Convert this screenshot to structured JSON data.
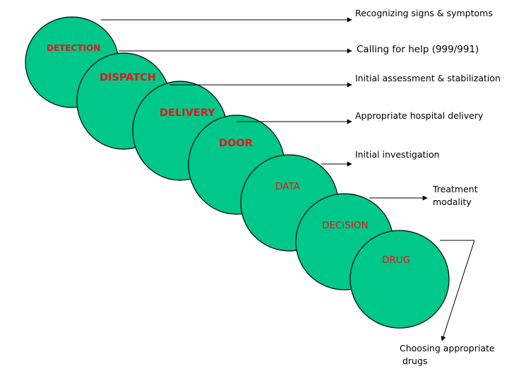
{
  "stages": [
    {
      "id": "detection",
      "name": "DETECTION"
    },
    {
      "id": "dispatch",
      "name": "DISPATCH"
    },
    {
      "id": "delivery",
      "name": "DELIVERY"
    },
    {
      "id": "door",
      "name": "DOOR"
    },
    {
      "id": "data",
      "name": "DATA"
    },
    {
      "id": "decision",
      "name": "DECISION"
    },
    {
      "id": "drug",
      "name": "DRUG"
    }
  ],
  "annotations": [
    {
      "stage": "detection",
      "text": "Recognizing signs & symptoms"
    },
    {
      "stage": "dispatch",
      "text": "Calling for help (999/991)"
    },
    {
      "stage": "delivery",
      "text": "Initial assessment & stabilization"
    },
    {
      "stage": "door",
      "text": "Appropriate hospital delivery"
    },
    {
      "stage": "data",
      "text": "Initial investigation"
    },
    {
      "stage": "decision",
      "lines": [
        "Treatment",
        "modality"
      ]
    },
    {
      "stage": "drug",
      "lines": [
        "Choosing appropriate",
        " drugs"
      ]
    }
  ],
  "colors": {
    "circle": "#00c78a",
    "label": "#e8141b",
    "line": "#000000"
  }
}
